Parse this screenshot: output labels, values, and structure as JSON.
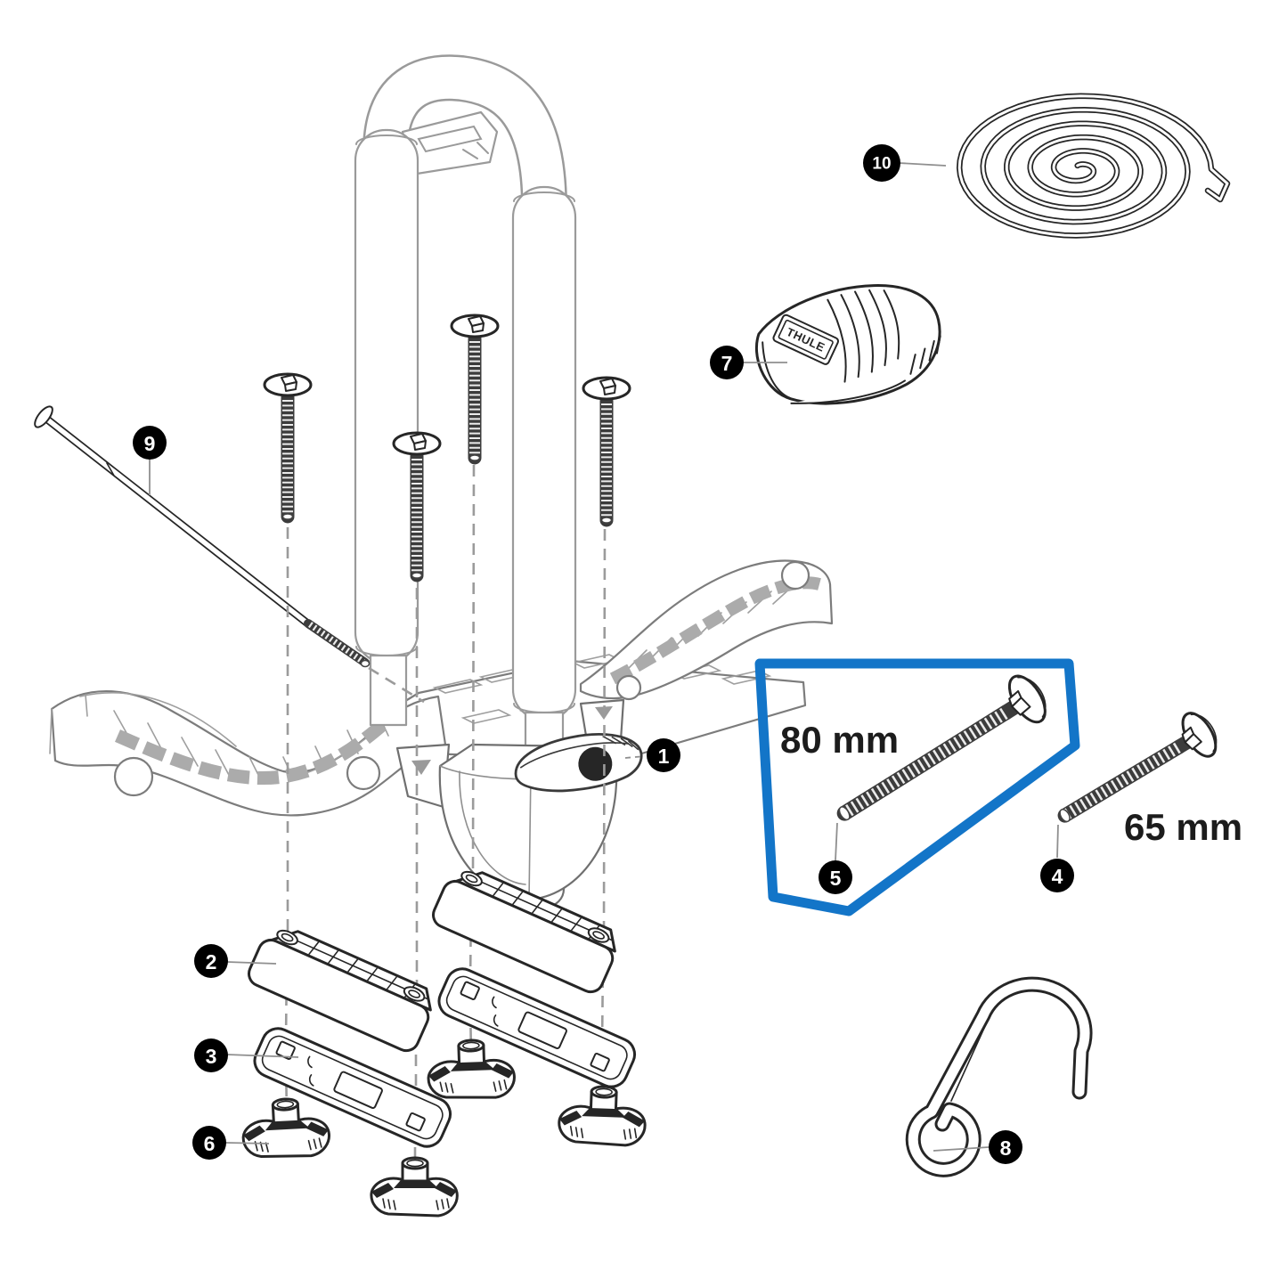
{
  "figure": {
    "kind": "exploded-parts-diagram",
    "description_texts": []
  },
  "dimension_labels": {
    "bolt_5": "80 mm",
    "bolt_4": "65 mm"
  },
  "brand": {
    "logo_text": "THULE"
  },
  "callouts": {
    "c1": "1",
    "c2": "2",
    "c3": "3",
    "c4": "4",
    "c5": "5",
    "c6": "6",
    "c7": "7",
    "c8": "8",
    "c9": "9",
    "c10": "10"
  },
  "colors": {
    "background": "#FFFFFF",
    "highlight_box": "#1375C8",
    "ink": "#262626",
    "light_line": "#9A9A9A",
    "pad_gray": "#ABABAB",
    "bolt_dark": "#3C3C3C",
    "callout_bg": "#000000",
    "callout_text": "#FFFFFF"
  }
}
